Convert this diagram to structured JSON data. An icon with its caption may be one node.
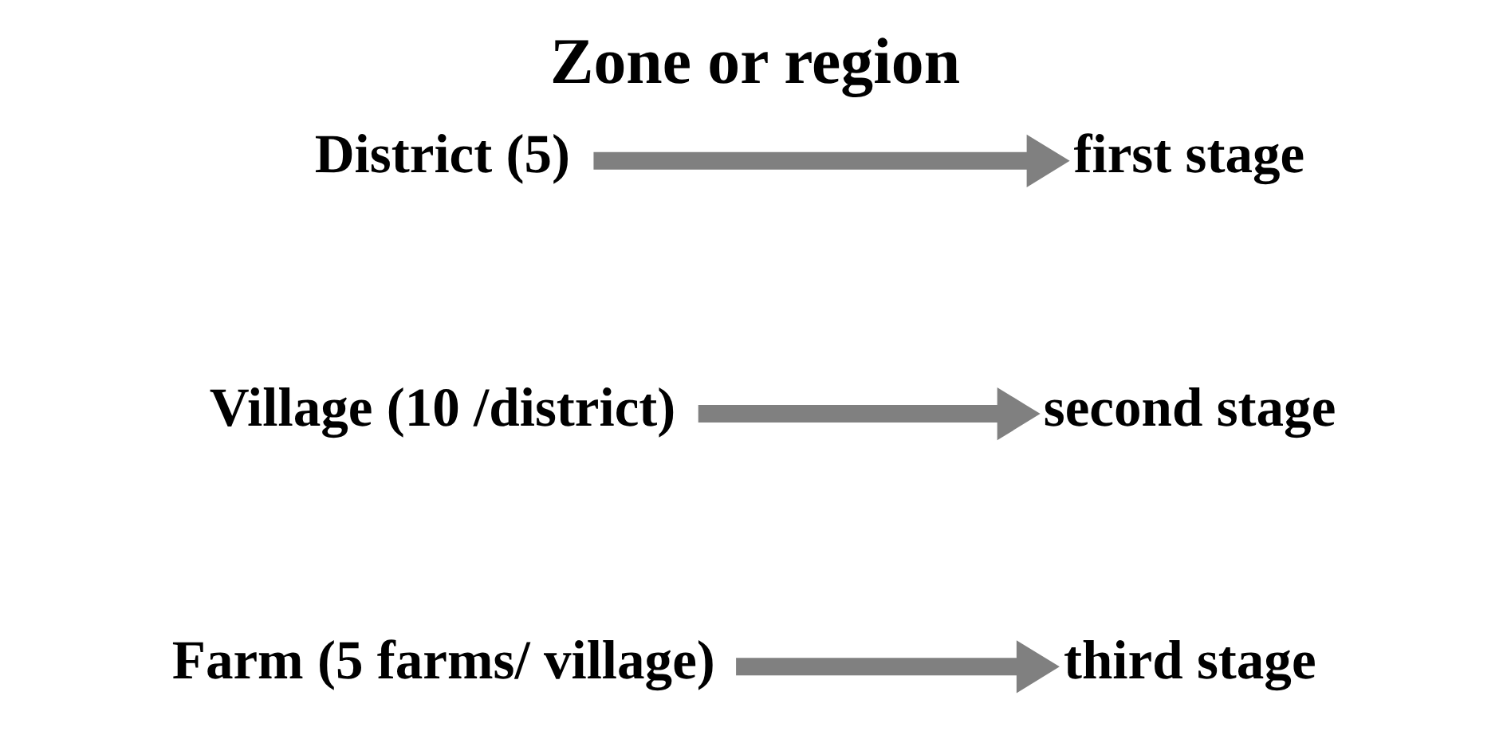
{
  "diagram": {
    "title": "Zone or region",
    "nodes": [
      {
        "text": [
          "District (5)"
        ]
      },
      {
        "text": [
          "first stage"
        ]
      },
      {
        "text": [
          "Village (10 /district)"
        ]
      },
      {
        "text": [
          "second stage"
        ]
      },
      {
        "text": [
          "Farm (5 farms/ village)"
        ]
      },
      {
        "text": [
          "third stage"
        ]
      }
    ],
    "edges": [
      {
        "from": 0,
        "to": 1,
        "arrow": "to"
      },
      {
        "from": 2,
        "to": 3,
        "arrow": "to"
      },
      {
        "from": 4,
        "to": 5,
        "arrow": "to"
      }
    ]
  }
}
